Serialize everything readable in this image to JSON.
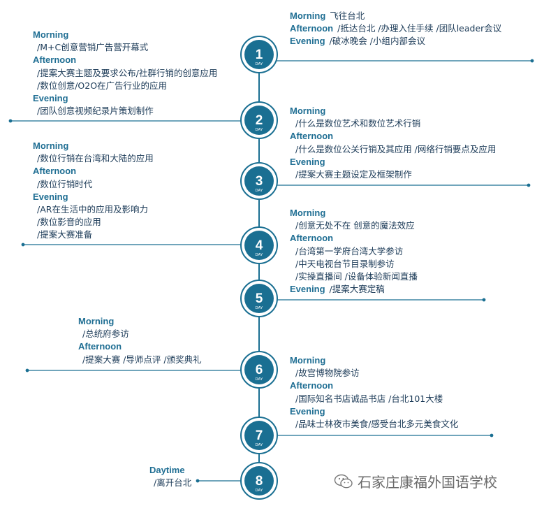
{
  "days": [
    {
      "num": "1",
      "day_label": "DAY"
    },
    {
      "num": "2",
      "day_label": "DAY"
    },
    {
      "num": "3",
      "day_label": "DAY"
    },
    {
      "num": "4",
      "day_label": "DAY"
    },
    {
      "num": "5",
      "day_label": "DAY"
    },
    {
      "num": "6",
      "day_label": "DAY"
    },
    {
      "num": "7",
      "day_label": "DAY"
    },
    {
      "num": "8",
      "day_label": "DAY"
    }
  ],
  "schedule": {
    "d1r": {
      "morning_label": "Morning",
      "morning_text": "飞往台北",
      "afternoon_label": "Afternoon",
      "afternoon_text": "/抵达台北 /办理入住手续 /团队leader会议",
      "evening_label": "Evening",
      "evening_text": "/破冰晚会 /小组内部会议"
    },
    "d1l": {
      "morning_label": "Morning",
      "morning_1": "/M+C创意营销广告营开幕式",
      "afternoon_label": "Afternoon",
      "afternoon_1": "/提案大赛主题及要求公布/社群行销的创意应用",
      "afternoon_2": "/数位创意/O2O在广告行业的应用",
      "evening_label": "Evening",
      "evening_1": "/团队创意视频纪录片策划制作"
    },
    "d2r": {
      "morning_label": "Morning",
      "morning_1": "/什么是数位艺术和数位艺术行销",
      "afternoon_label": "Afternoon",
      "afternoon_1": "/什么是数位公关行销及其应用 /网络行销要点及应用",
      "evening_label": "Evening",
      "evening_1": "/提案大赛主题设定及框架制作"
    },
    "d3l": {
      "morning_label": "Morning",
      "morning_1": "/数位行销在台湾和大陆的应用",
      "afternoon_label": "Afternoon",
      "afternoon_1": "/数位行销时代",
      "evening_label": "Evening",
      "evening_1": "/AR在生活中的应用及影响力",
      "evening_2": "/数位影音的应用",
      "evening_3": "/提案大赛准备"
    },
    "d4r": {
      "morning_label": "Morning",
      "morning_1": "/创意无处不在 创意的魔法效应",
      "afternoon_label": "Afternoon",
      "afternoon_1": "/台湾第一学府台湾大学参访",
      "afternoon_2": "/中天电视台节目录制参访",
      "afternoon_3": "/实操直播间 /设备体验新闻直播",
      "evening_label": "Evening",
      "evening_text": "/提案大赛定稿"
    },
    "d6l": {
      "morning_label": "Morning",
      "morning_1": "/总统府参访",
      "afternoon_label": "Afternoon",
      "afternoon_1": "/提案大赛 /导师点评 /颁奖典礼"
    },
    "d6r": {
      "morning_label": "Morning",
      "morning_1": "/故宫博物院参访",
      "afternoon_label": "Afternoon",
      "afternoon_1": "/国际知名书店诚品书店 /台北101大楼",
      "evening_label": "Evening",
      "evening_1": "/品味士林夜市美食/感受台北多元美食文化"
    },
    "d8l": {
      "daytime_label": "Daytime",
      "daytime_1": "/离开台北"
    }
  },
  "watermark": {
    "text": "石家庄康福外国语学校",
    "icon": "wechat-icon"
  },
  "colors": {
    "accent": "#1a6f92",
    "ring": "#1a6f92",
    "text": "#1b3a57",
    "label": "#1f6e93"
  }
}
